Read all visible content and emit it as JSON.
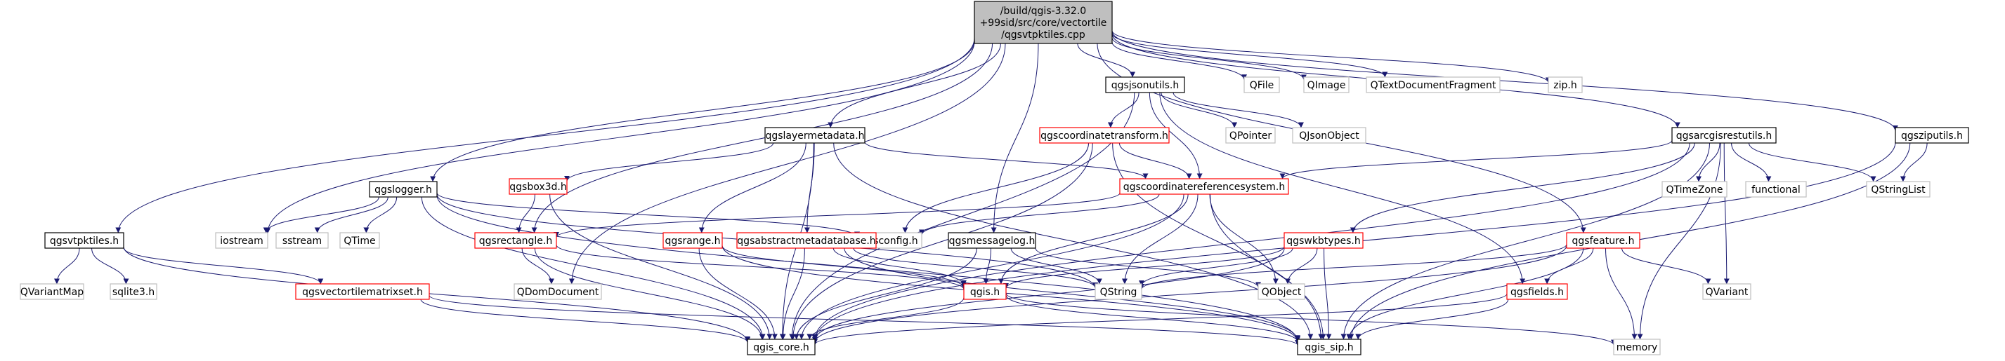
{
  "diagram": {
    "kind": "include-dependency-graph",
    "colors": {
      "edge": "#191970",
      "border_normal": "#000000",
      "border_external": "#bfbfbf",
      "border_truncated": "#ff0000",
      "fill_normal": "#ffffff",
      "fill_root": "#bfbfbf",
      "text": "#000000"
    },
    "nodes": [
      {
        "id": "root",
        "kind": "root",
        "lines": [
          "/build/qgis-3.32.0",
          "+99sid/src/core/vectortile",
          "/qgsvtpktiles.cpp"
        ]
      },
      {
        "id": "qgsjsonutils",
        "kind": "normal",
        "lines": [
          "qgsjsonutils.h"
        ]
      },
      {
        "id": "qfile",
        "kind": "external",
        "lines": [
          "QFile"
        ]
      },
      {
        "id": "qimage",
        "kind": "external",
        "lines": [
          "QImage"
        ]
      },
      {
        "id": "qtextdoc",
        "kind": "external",
        "lines": [
          "QTextDocumentFragment"
        ]
      },
      {
        "id": "ziph",
        "kind": "external",
        "lines": [
          "zip.h"
        ]
      },
      {
        "id": "qpointer",
        "kind": "external",
        "lines": [
          "QPointer"
        ]
      },
      {
        "id": "qjsonobject",
        "kind": "external",
        "lines": [
          "QJsonObject"
        ]
      },
      {
        "id": "qgscoordtrans",
        "kind": "truncated",
        "lines": [
          "qgscoordinatetransform.h"
        ]
      },
      {
        "id": "qgslayermeta",
        "kind": "normal",
        "lines": [
          "qgslayermetadata.h"
        ]
      },
      {
        "id": "qgsarcgis",
        "kind": "normal",
        "lines": [
          "qgsarcgisrestutils.h"
        ]
      },
      {
        "id": "qgsziputils",
        "kind": "normal",
        "lines": [
          "qgsziputils.h"
        ]
      },
      {
        "id": "qgsbox3d",
        "kind": "truncated",
        "lines": [
          "qgsbox3d.h"
        ]
      },
      {
        "id": "qgscrs",
        "kind": "truncated",
        "lines": [
          "qgscoordinatereferencesystem.h"
        ]
      },
      {
        "id": "qgslogger",
        "kind": "normal",
        "lines": [
          "qgslogger.h"
        ]
      },
      {
        "id": "qtimezone",
        "kind": "external",
        "lines": [
          "QTimeZone"
        ]
      },
      {
        "id": "functional",
        "kind": "external",
        "lines": [
          "functional"
        ]
      },
      {
        "id": "qstringlist",
        "kind": "external",
        "lines": [
          "QStringList"
        ]
      },
      {
        "id": "iostream",
        "kind": "external",
        "lines": [
          "iostream"
        ]
      },
      {
        "id": "sstream",
        "kind": "external",
        "lines": [
          "sstream"
        ]
      },
      {
        "id": "qtime",
        "kind": "external",
        "lines": [
          "QTime"
        ]
      },
      {
        "id": "qgsconfig",
        "kind": "external",
        "lines": [
          "qgsconfig.h"
        ]
      },
      {
        "id": "qgsvtpktiles",
        "kind": "normal",
        "lines": [
          "qgsvtpktiles.h"
        ]
      },
      {
        "id": "qgsrectangle",
        "kind": "truncated",
        "lines": [
          "qgsrectangle.h"
        ]
      },
      {
        "id": "qgsrange",
        "kind": "truncated",
        "lines": [
          "qgsrange.h"
        ]
      },
      {
        "id": "qgsabsmeta",
        "kind": "truncated",
        "lines": [
          "qgsabstractmetadatabase.h"
        ]
      },
      {
        "id": "qgsmsglog",
        "kind": "normal",
        "lines": [
          "qgsmessagelog.h"
        ]
      },
      {
        "id": "qgswkbtypes",
        "kind": "truncated",
        "lines": [
          "qgswkbtypes.h"
        ]
      },
      {
        "id": "qgsfeature",
        "kind": "truncated",
        "lines": [
          "qgsfeature.h"
        ]
      },
      {
        "id": "qvariantmap",
        "kind": "external",
        "lines": [
          "QVariantMap"
        ]
      },
      {
        "id": "sqlite3",
        "kind": "external",
        "lines": [
          "sqlite3.h"
        ]
      },
      {
        "id": "qgsvtms",
        "kind": "truncated",
        "lines": [
          "qgsvectortilematrixset.h"
        ]
      },
      {
        "id": "qdomdoc",
        "kind": "external",
        "lines": [
          "QDomDocument"
        ]
      },
      {
        "id": "qgish",
        "kind": "truncated",
        "lines": [
          "qgis.h"
        ]
      },
      {
        "id": "qstring",
        "kind": "external",
        "lines": [
          "QString"
        ]
      },
      {
        "id": "qobject",
        "kind": "external",
        "lines": [
          "QObject"
        ]
      },
      {
        "id": "qgsfields",
        "kind": "truncated",
        "lines": [
          "qgsfields.h"
        ]
      },
      {
        "id": "qvariant",
        "kind": "external",
        "lines": [
          "QVariant"
        ]
      },
      {
        "id": "qgiscore",
        "kind": "normal",
        "lines": [
          "qgis_core.h"
        ]
      },
      {
        "id": "qgissip",
        "kind": "normal",
        "lines": [
          "qgis_sip.h"
        ]
      },
      {
        "id": "memory",
        "kind": "external",
        "lines": [
          "memory"
        ]
      }
    ],
    "edges": [
      [
        "root",
        "qgsjsonutils"
      ],
      [
        "root",
        "qfile"
      ],
      [
        "root",
        "qimage"
      ],
      [
        "root",
        "qtextdoc"
      ],
      [
        "root",
        "ziph"
      ],
      [
        "root",
        "qgslayermeta"
      ],
      [
        "root",
        "qgsziputils"
      ],
      [
        "root",
        "qgsrectangle"
      ],
      [
        "root",
        "qgslogger"
      ],
      [
        "root",
        "iostream"
      ],
      [
        "root",
        "qdomdoc"
      ],
      [
        "root",
        "qgsvtpktiles"
      ],
      [
        "root",
        "qgsmsglog"
      ],
      [
        "root",
        "qgsfeature"
      ],
      [
        "root",
        "qgsarcgis"
      ],
      [
        "qgsjsonutils",
        "qpointer"
      ],
      [
        "qgsjsonutils",
        "qjsonobject"
      ],
      [
        "qgsjsonutils",
        "qgscoordtrans"
      ],
      [
        "qgsjsonutils",
        "qgscrs"
      ],
      [
        "qgsjsonutils",
        "qgiscore"
      ],
      [
        "qgsjsonutils",
        "qgsfields"
      ],
      [
        "qgscoordtrans",
        "qgscrs"
      ],
      [
        "qgscoordtrans",
        "qgsconfig"
      ],
      [
        "qgscoordtrans",
        "qgiscore"
      ],
      [
        "qgscoordtrans",
        "qgissip"
      ],
      [
        "qgslayermeta",
        "qgsbox3d"
      ],
      [
        "qgslayermeta",
        "qgscrs"
      ],
      [
        "qgslayermeta",
        "qgsrange"
      ],
      [
        "qgslayermeta",
        "qgsabsmeta"
      ],
      [
        "qgslayermeta",
        "qgiscore"
      ],
      [
        "qgslayermeta",
        "qgissip"
      ],
      [
        "qgsarcgis",
        "qgscrs"
      ],
      [
        "qgsarcgis",
        "qgswkbtypes"
      ],
      [
        "qgsarcgis",
        "qtimezone"
      ],
      [
        "qgsarcgis",
        "functional"
      ],
      [
        "qgsarcgis",
        "qstringlist"
      ],
      [
        "qgsarcgis",
        "qvariant"
      ],
      [
        "qgsarcgis",
        "memory"
      ],
      [
        "qgsarcgis",
        "qgiscore"
      ],
      [
        "qgsarcgis",
        "qgissip"
      ],
      [
        "qgsziputils",
        "qstringlist"
      ],
      [
        "qgsziputils",
        "qgiscore"
      ],
      [
        "qgsziputils",
        "qgissip"
      ],
      [
        "qgsbox3d",
        "qgsrectangle"
      ],
      [
        "qgsbox3d",
        "qgiscore"
      ],
      [
        "qgscrs",
        "qgsrectangle"
      ],
      [
        "qgscrs",
        "qgsconfig"
      ],
      [
        "qgscrs",
        "qobject"
      ],
      [
        "qgscrs",
        "qstring"
      ],
      [
        "qgscrs",
        "qgish"
      ],
      [
        "qgscrs",
        "qgiscore"
      ],
      [
        "qgscrs",
        "qgissip"
      ],
      [
        "qgslogger",
        "iostream"
      ],
      [
        "qgslogger",
        "sstream"
      ],
      [
        "qgslogger",
        "qtime"
      ],
      [
        "qgslogger",
        "qgsconfig"
      ],
      [
        "qgslogger",
        "qgiscore"
      ],
      [
        "qgslogger",
        "qgissip"
      ],
      [
        "qgslogger",
        "qstring"
      ],
      [
        "qgsvtpktiles",
        "qvariantmap"
      ],
      [
        "qgsvtpktiles",
        "sqlite3"
      ],
      [
        "qgsvtpktiles",
        "qgsvtms"
      ],
      [
        "qgsvtpktiles",
        "qgiscore"
      ],
      [
        "qgsrectangle",
        "qdomdoc"
      ],
      [
        "qgsrectangle",
        "qgish"
      ],
      [
        "qgsrectangle",
        "qgiscore"
      ],
      [
        "qgsrange",
        "qgish"
      ],
      [
        "qgsrange",
        "qgiscore"
      ],
      [
        "qgsrange",
        "qgissip"
      ],
      [
        "qgsabsmeta",
        "qgish"
      ],
      [
        "qgsabsmeta",
        "qgiscore"
      ],
      [
        "qgsabsmeta",
        "qgissip"
      ],
      [
        "qgsabsmeta",
        "qstring"
      ],
      [
        "qgsmsglog",
        "qgish"
      ],
      [
        "qgsmsglog",
        "qgiscore"
      ],
      [
        "qgsmsglog",
        "qstring"
      ],
      [
        "qgsmsglog",
        "qobject"
      ],
      [
        "qgswkbtypes",
        "qobject"
      ],
      [
        "qgswkbtypes",
        "qstring"
      ],
      [
        "qgswkbtypes",
        "qgish"
      ],
      [
        "qgswkbtypes",
        "qgiscore"
      ],
      [
        "qgswkbtypes",
        "qgissip"
      ],
      [
        "qgsfeature",
        "qgsfields"
      ],
      [
        "qgsfeature",
        "qvariant"
      ],
      [
        "qgsfeature",
        "memory"
      ],
      [
        "qgsfeature",
        "qgiscore"
      ],
      [
        "qgsfeature",
        "qgissip"
      ],
      [
        "qgsfeature",
        "qstring"
      ],
      [
        "qgsvtms",
        "qgiscore"
      ],
      [
        "qgsvtms",
        "qgissip"
      ],
      [
        "qgish",
        "qgiscore"
      ],
      [
        "qgish",
        "qgissip"
      ],
      [
        "qgish",
        "memory"
      ],
      [
        "qgsfields",
        "qgiscore"
      ],
      [
        "qgsfields",
        "qgissip"
      ]
    ]
  }
}
